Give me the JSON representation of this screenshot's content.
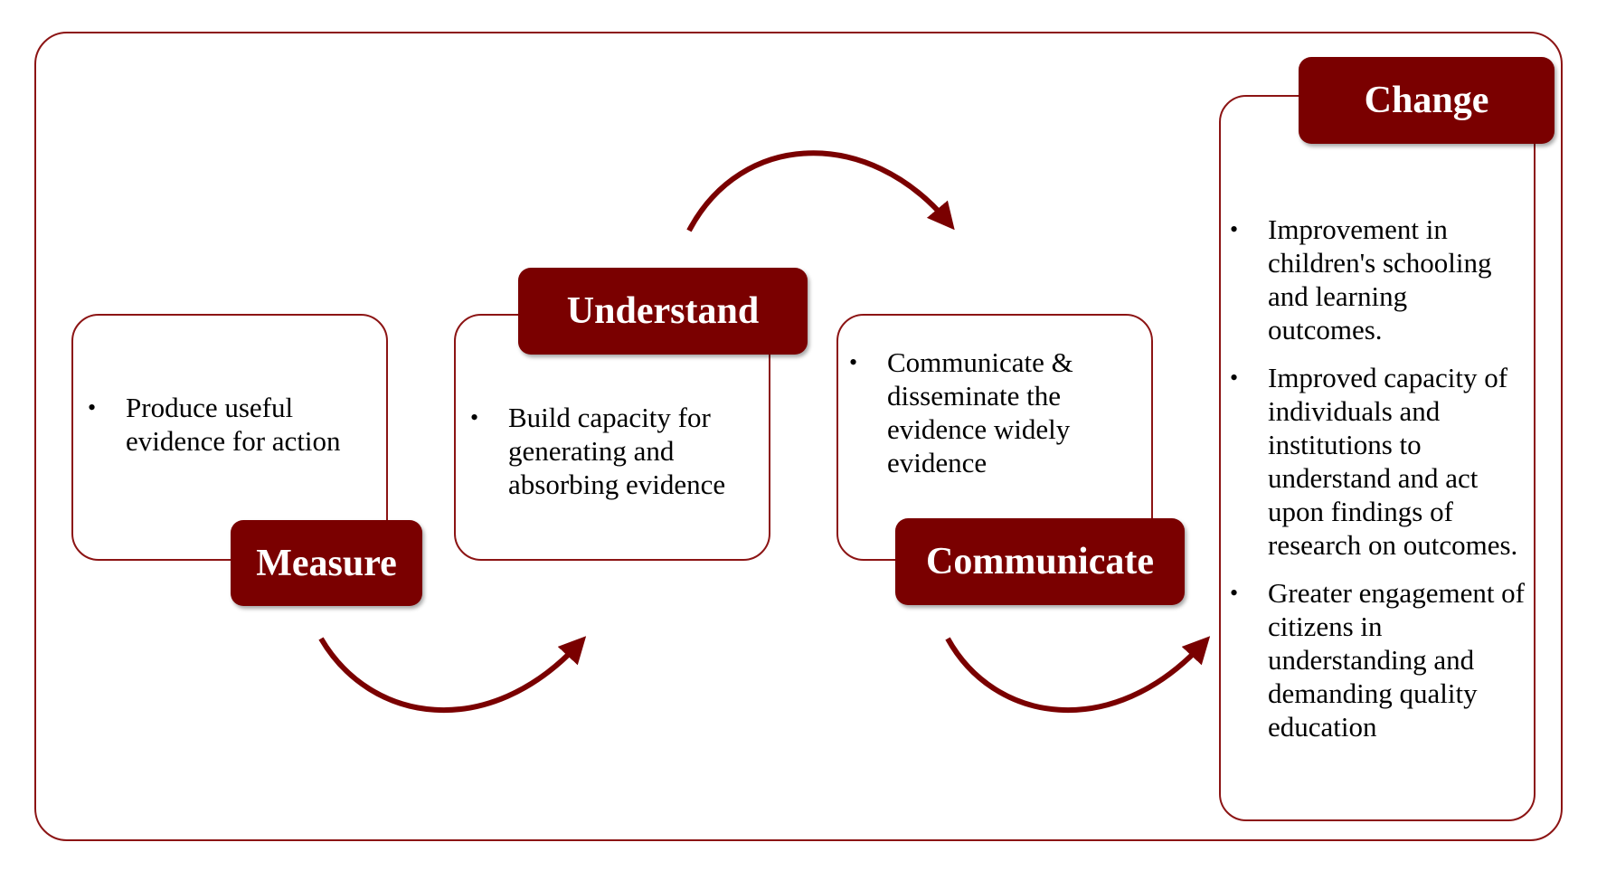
{
  "steps": {
    "measure": {
      "title": "Measure",
      "bullets": [
        "Produce useful evidence for action"
      ]
    },
    "understand": {
      "title": "Understand",
      "bullets": [
        "Build capacity for generating and absorbing evidence"
      ]
    },
    "communicate": {
      "title": "Communicate",
      "bullets": [
        "Communicate & disseminate the evidence widely evidence"
      ]
    },
    "change": {
      "title": "Change",
      "bullets": [
        "Improvement in children's schooling and learning outcomes.",
        "Improved capacity of individuals and institutions to understand and act upon findings of research on outcomes.",
        "Greater engagement of citizens in understanding and demanding quality education"
      ]
    }
  },
  "colors": {
    "accent": "#7a0000",
    "border": "#8c1414",
    "text": "#000000",
    "label_text": "#ffffff"
  },
  "icons": {
    "connector": "curved-arrow-icon"
  }
}
